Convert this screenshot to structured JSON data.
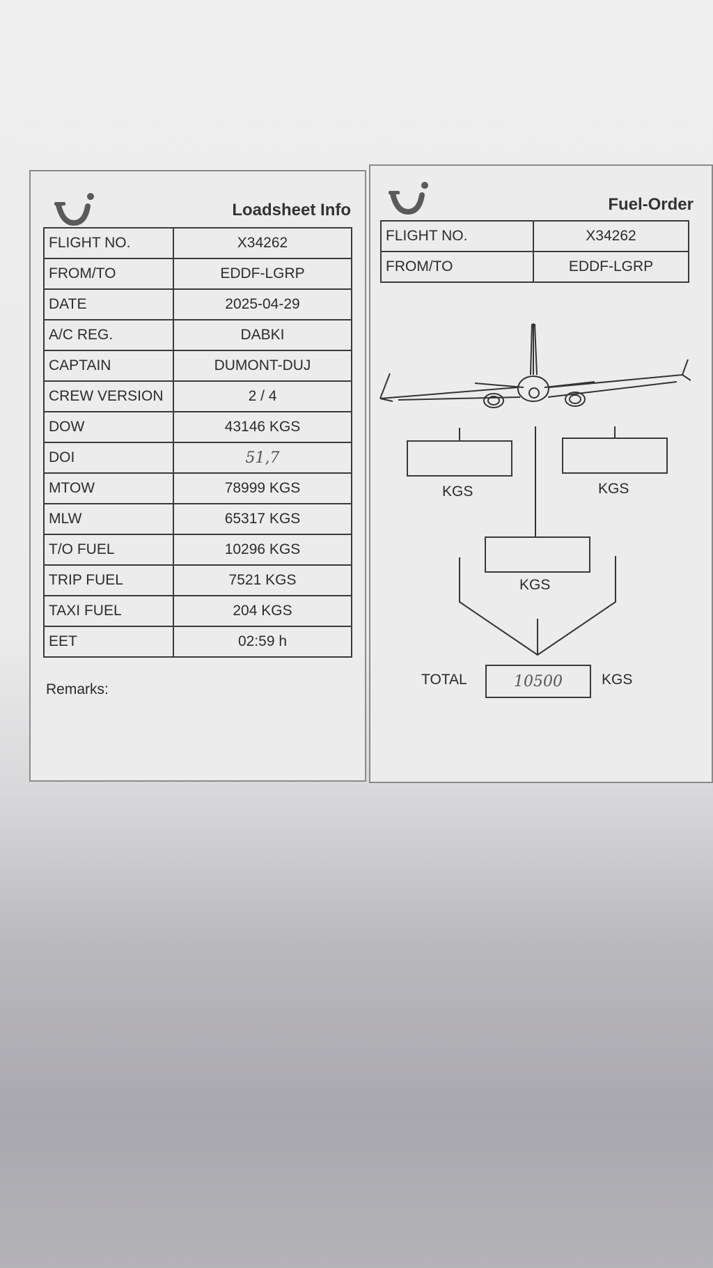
{
  "loadsheet": {
    "title": "Loadsheet Info",
    "rows": [
      {
        "label": "FLIGHT NO.",
        "value": "X34262"
      },
      {
        "label": "FROM/TO",
        "value": "EDDF-LGRP"
      },
      {
        "label": "DATE",
        "value": "2025-04-29"
      },
      {
        "label": "A/C REG.",
        "value": "DABKI"
      },
      {
        "label": "CAPTAIN",
        "value": "DUMONT-DUJ"
      },
      {
        "label": "CREW VERSION",
        "value": "2 / 4"
      },
      {
        "label": "DOW",
        "value": "43146 KGS"
      },
      {
        "label": "DOI",
        "value": "51,7"
      },
      {
        "label": "MTOW",
        "value": "78999 KGS"
      },
      {
        "label": "MLW",
        "value": "65317 KGS"
      },
      {
        "label": "T/O FUEL",
        "value": "10296 KGS"
      },
      {
        "label": "TRIP FUEL",
        "value": "7521 KGS"
      },
      {
        "label": "TAXI FUEL",
        "value": "204 KGS"
      },
      {
        "label": "EET",
        "value": "02:59 h"
      }
    ],
    "remarks_label": "Remarks:"
  },
  "fuel_order": {
    "title": "Fuel-Order",
    "rows": [
      {
        "label": "FLIGHT NO.",
        "value": "X34262"
      },
      {
        "label": "FROM/TO",
        "value": "EDDF-LGRP"
      }
    ],
    "left_unit": "KGS",
    "right_unit": "KGS",
    "center_unit": "KGS",
    "total_label": "TOTAL",
    "total_value": "10500",
    "total_unit": "KGS"
  },
  "colors": {
    "logo": "#5a5a5a",
    "ink": "#2c2c2c"
  }
}
